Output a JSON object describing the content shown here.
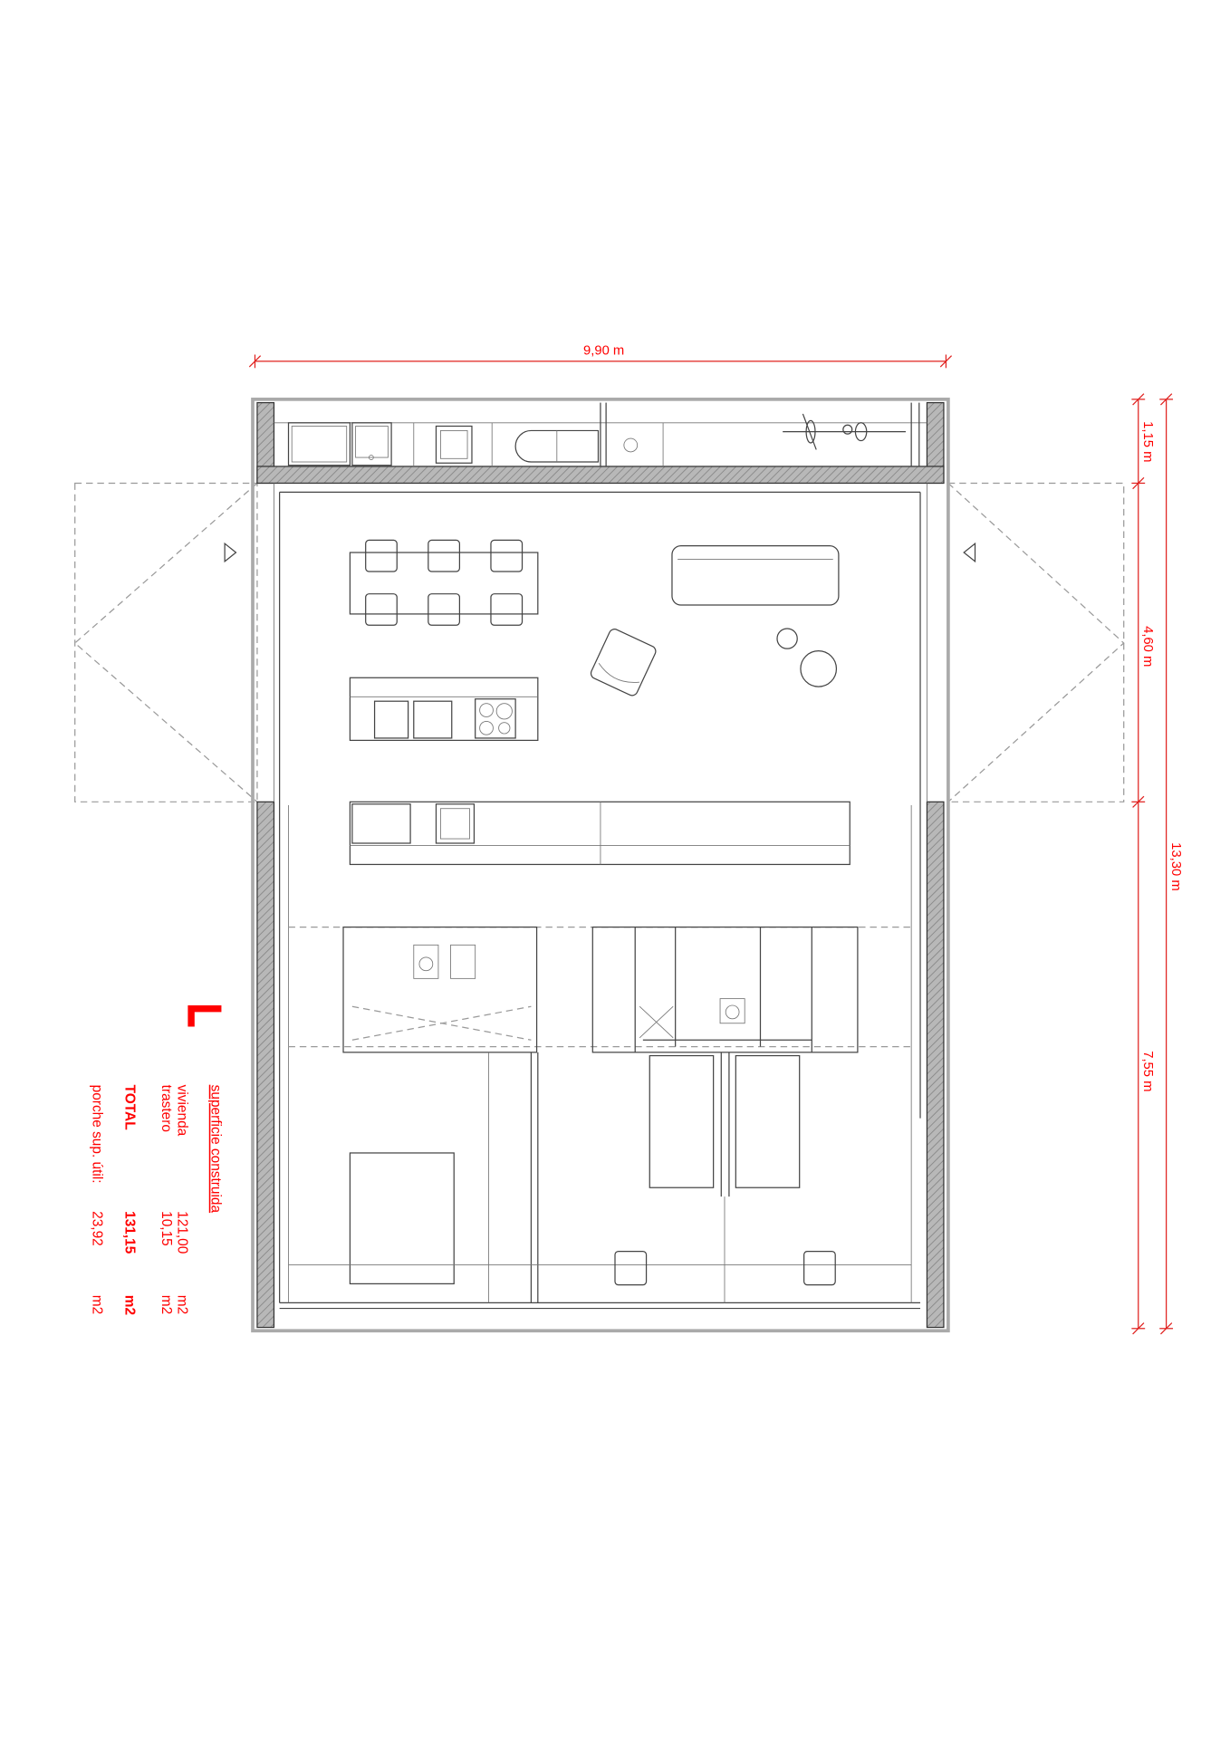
{
  "dimensions": {
    "width": "9,90 m",
    "storage_depth": "1,15 m",
    "porch_depth": "4,60 m",
    "rear_depth": "7,55 m",
    "total_depth": "13,30 m"
  },
  "plan_label": "L",
  "area_table": {
    "heading": "superficie construida",
    "rows": [
      {
        "label": "vivienda",
        "value": "121,00",
        "unit": "m2"
      },
      {
        "label": "trastero",
        "value": "10,15",
        "unit": "m2"
      },
      {
        "label": "TOTAL",
        "value": "131,15",
        "unit": "m2"
      },
      {
        "label": "porche sup. útil:",
        "value": "23,92",
        "unit": "m2"
      }
    ]
  },
  "colors": {
    "annotation": "#ff0000",
    "walls": "#888888"
  }
}
